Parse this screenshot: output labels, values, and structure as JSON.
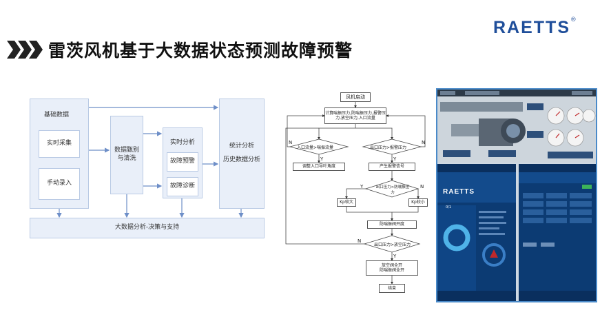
{
  "title": "雷茨风机基于大数据状态预测故障预警",
  "logo": "RAETTS",
  "logo_mark": "®",
  "diagram": {
    "basic_data": "基础数据",
    "realtime_collect": "实时采集",
    "manual_entry": "手动录入",
    "data_clean_1": "数据甄别",
    "data_clean_2": "与清洗",
    "realtime_analysis": "实时分析",
    "fault_warning": "故障预警",
    "fault_diagnosis": "故障诊断",
    "stat_analysis": "统计分析",
    "history_analysis": "历史数据分析",
    "bigdata": "大数据分析-决策与支持"
  },
  "flow": {
    "start": "风机启动",
    "calc": "计算喘振压力,防喘振压力,报警压力,放空压力,入口流量",
    "cond1": "入口流量>喘振流量",
    "cond2": "出口压力>报警压力",
    "adjust": "调整入口导叶角度",
    "alarm": "产生报警信号",
    "cond3": "出口压力>防喘振压力",
    "kp_big": "Kp较大",
    "kp_small": "Kp较小",
    "valve": "防喘振阀开度",
    "cond4": "出口压力>放空压力",
    "open1": "放空阀全开",
    "open2": "防喘振阀全开",
    "end": "结束",
    "y": "Y",
    "n": "N"
  },
  "app": {
    "brand": "RAETTS",
    "page_no": "0/1"
  }
}
